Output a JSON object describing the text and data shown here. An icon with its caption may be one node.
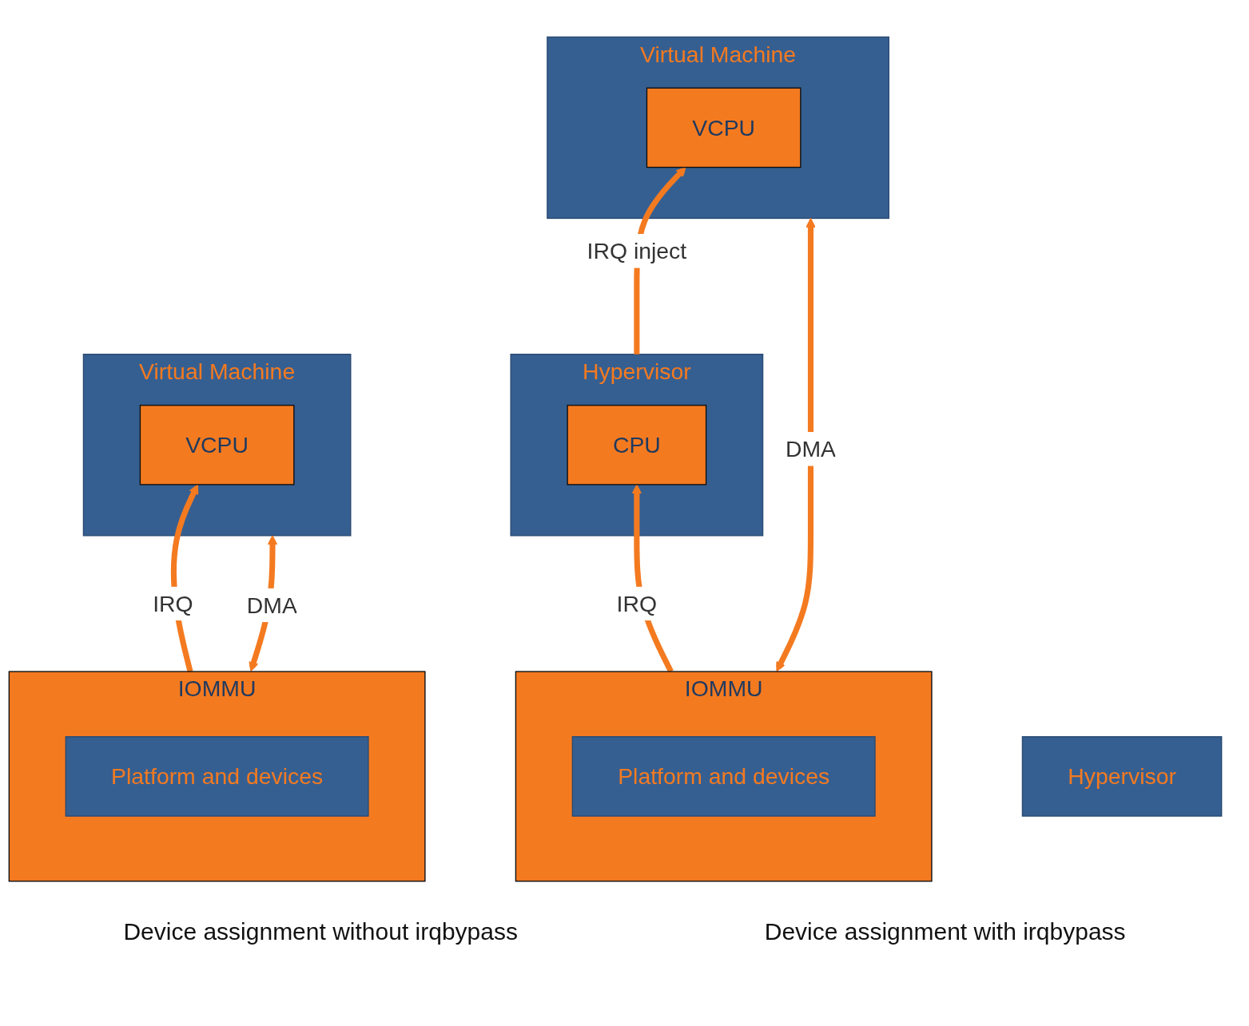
{
  "diagram": {
    "nodes": [
      {
        "text": [
          "Virtual Machine"
        ]
      },
      {
        "text": [
          "VCPU"
        ],
        "in": 0
      },
      {
        "text": [
          "Hypervisor"
        ]
      },
      {
        "text": [
          "CPU"
        ],
        "in": 2
      },
      {
        "text": [
          "IOMMU"
        ]
      },
      {
        "text": [
          "Platform and devices"
        ],
        "in": 4
      },
      {
        "text": [
          "Virtual Machine"
        ]
      },
      {
        "text": [
          "VCPU"
        ],
        "in": 6
      },
      {
        "text": [
          "Hypervisor"
        ]
      },
      {
        "text": [
          "IOMMU"
        ]
      },
      {
        "text": [
          "Platform and devices"
        ],
        "in": 9
      }
    ],
    "edges": [
      {
        "from": 2,
        "to": 1,
        "arrow": "to",
        "label": "IRQ inject"
      },
      {
        "from": 4,
        "to": 3,
        "arrow": "to",
        "label": "IRQ"
      },
      {
        "from": 4,
        "to": 0,
        "arrow": "both",
        "label": "DMA"
      },
      {
        "from": 9,
        "to": 7,
        "arrow": "to",
        "label": "IRQ"
      },
      {
        "from": 9,
        "to": 6,
        "arrow": "both",
        "label": "DMA"
      }
    ],
    "labels": [
      "Device assignment without irqbypass",
      "Device assignment with irqbypass"
    ]
  }
}
